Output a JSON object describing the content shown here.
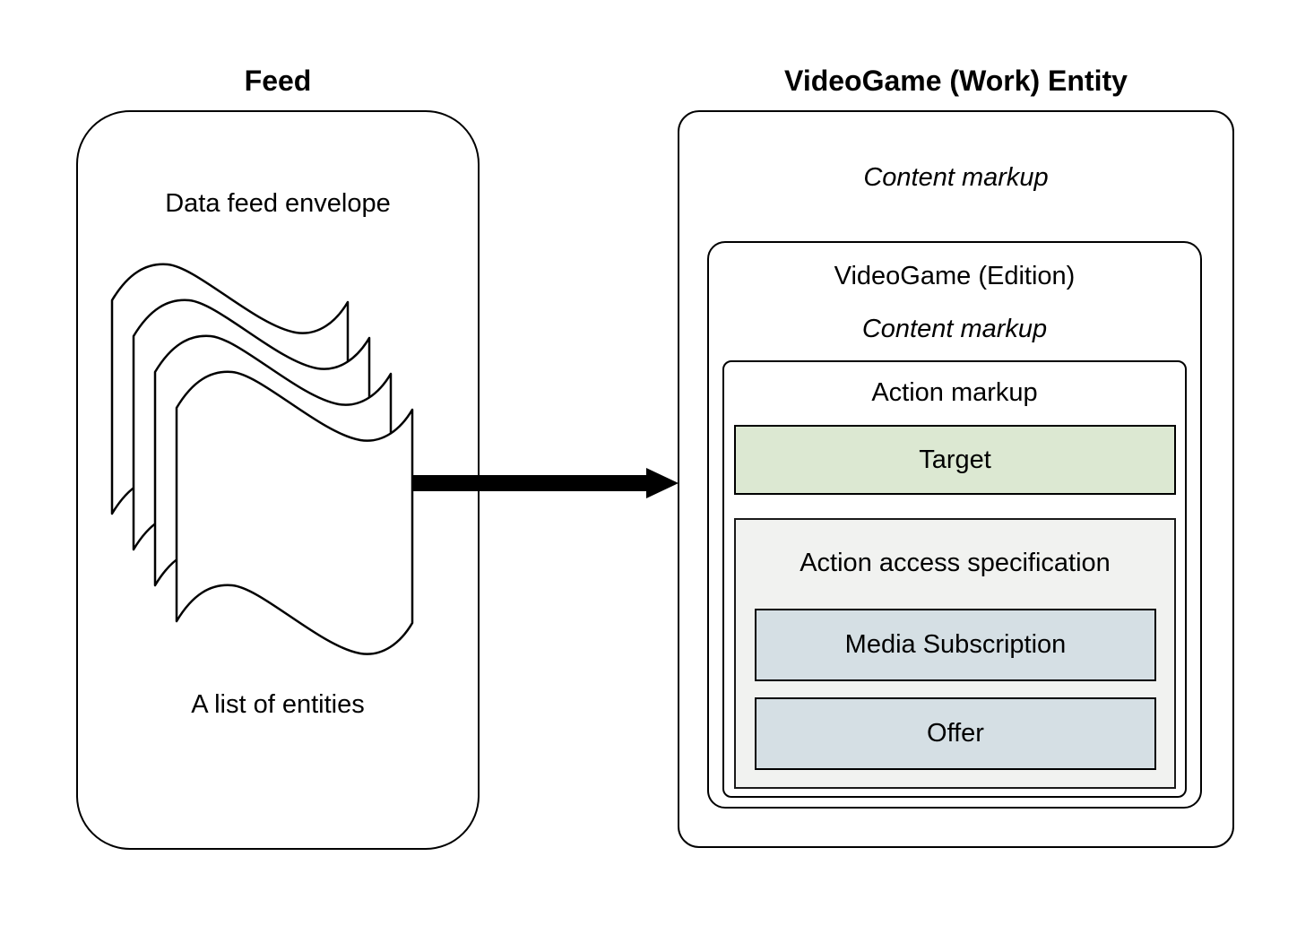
{
  "diagram": {
    "feed": {
      "title": "Feed",
      "envelope_label": "Data feed envelope",
      "entities_label": "A list of entities"
    },
    "entity": {
      "title": "VideoGame (Work) Entity",
      "content_markup": "Content markup",
      "edition": {
        "title": "VideoGame (Edition)",
        "content_markup": "Content markup",
        "action": {
          "title": "Action markup",
          "target_label": "Target",
          "access": {
            "title": "Action access specification",
            "items": [
              "Media Subscription",
              "Offer"
            ]
          }
        }
      }
    },
    "colors": {
      "target_fill": "#dce8d2",
      "access_fill": "#f1f2f0",
      "item_fill": "#d5dfe4",
      "line": "#000000"
    }
  }
}
